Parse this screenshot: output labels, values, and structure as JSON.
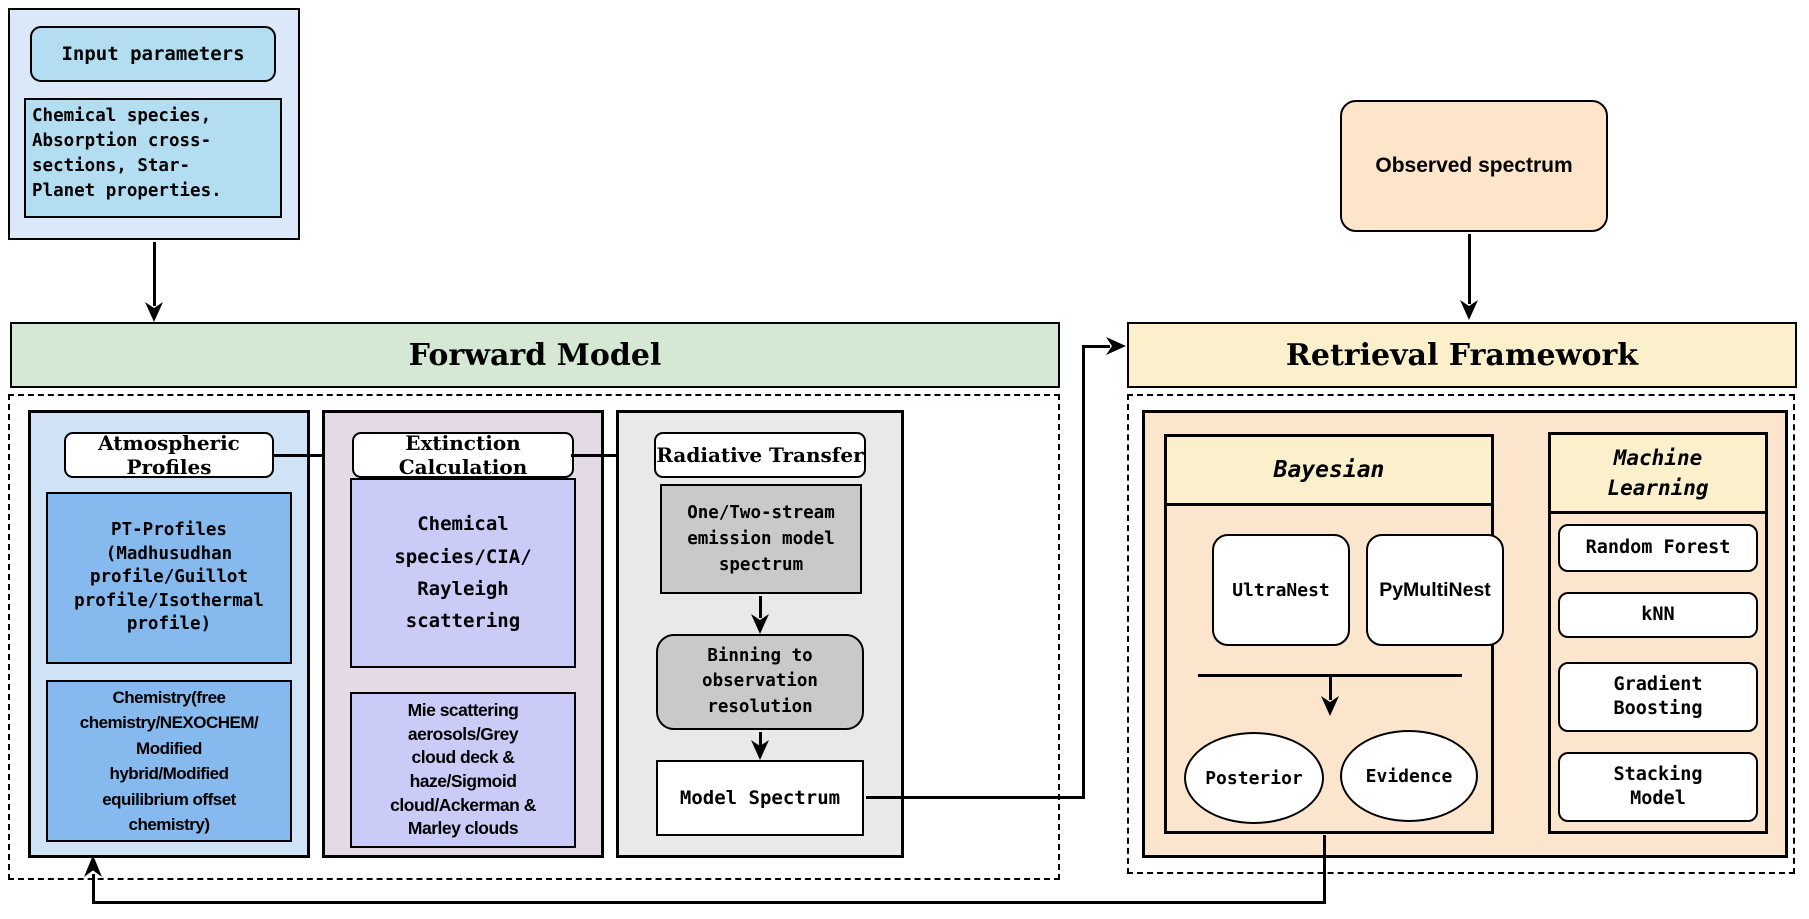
{
  "input": {
    "title": "Input parameters",
    "body": "Chemical species,\nAbsorption cross-\nsections, Star-\nPlanet properties."
  },
  "observed": {
    "label": "Observed spectrum"
  },
  "forward_model": {
    "title": "Forward Model",
    "atmospheric": {
      "title": "Atmospheric Profiles",
      "pt_profiles": "PT-Profiles\n(Madhusudhan\nprofile/Guillot\nprofile/Isothermal\nprofile)",
      "chemistry": "Chemistry(free\nchemistry/NEXOCHEM/\nModified\nhybrid/Modified\nequilibrium offset\nchemistry)"
    },
    "extinction": {
      "title": "Extinction Calculation",
      "species": "Chemical\nspecies/CIA/\nRayleigh\nscattering",
      "clouds": "Mie scattering\naerosols/Grey\ncloud deck &\nhaze/Sigmoid\ncloud/Ackerman &\nMarley clouds"
    },
    "radiative": {
      "title": "Radiative Transfer",
      "emission": "One/Two-stream\nemission model\nspectrum",
      "binning": "Binning to\nobservation\nresolution",
      "model_spectrum": "Model Spectrum"
    }
  },
  "retrieval": {
    "title": "Retrieval Framework",
    "bayesian": {
      "title": "Bayesian",
      "samplers": [
        "UltraNest",
        "PyMultiNest"
      ],
      "outputs": [
        "Posterior",
        "Evidence"
      ]
    },
    "ml": {
      "title": "Machine\nLearning",
      "methods": [
        "Random Forest",
        "kNN",
        "Gradient\nBoosting",
        "Stacking\nModel"
      ]
    }
  },
  "colors": {
    "input_outer_bg": "#dbe8fa",
    "input_box_bg": "#b3ddf0",
    "forward_header_bg": "#d5e8d4",
    "atmos_panel_bg": "#cfe2f6",
    "atmos_box_bg": "#86b9ed",
    "extinction_panel_bg": "#e4dae5",
    "extinction_box_bg": "#cbcbf8",
    "radiative_panel_bg": "#e9e9e9",
    "radiative_box_bg": "#c9c9c9",
    "observed_bg": "#fde5c9",
    "retrieval_header_bg": "#fbf0cb",
    "retrieval_panel_bg": "#fce5cd",
    "subpanel_header_bg": "#fbf0cb",
    "line_color": "#000000"
  }
}
